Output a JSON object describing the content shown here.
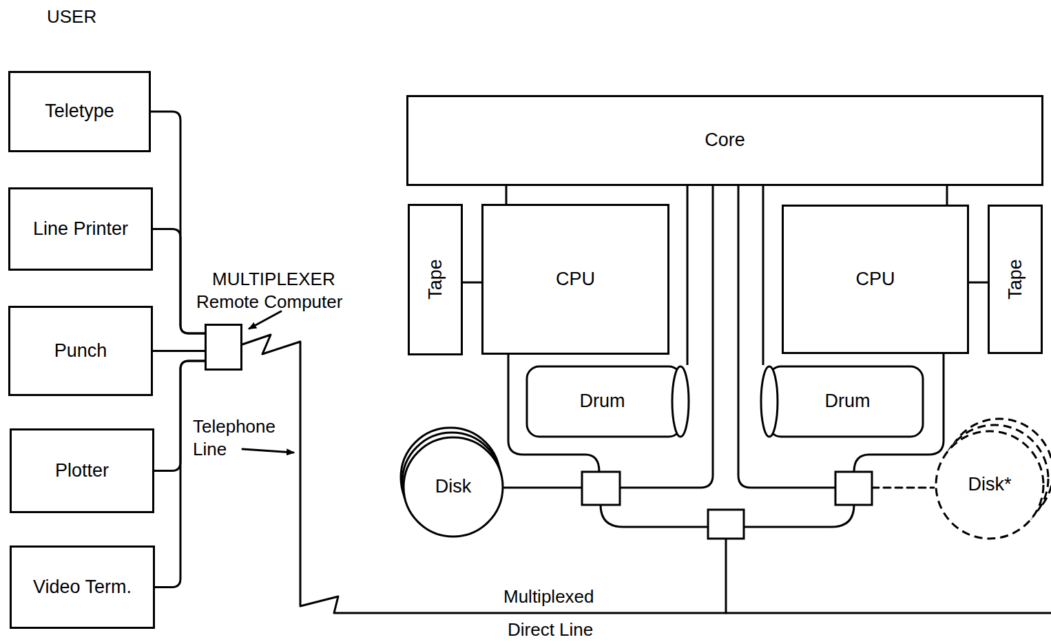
{
  "diagram": {
    "nodes": [
      {
        "text": [
          "Teletype"
        ]
      },
      {
        "text": [
          "Line Printer"
        ]
      },
      {
        "text": [
          "Punch"
        ]
      },
      {
        "text": [
          "Plotter"
        ]
      },
      {
        "text": [
          "Video Term."
        ]
      },
      {
        "text": [
          "MULTIPLEXER",
          "Remote Computer"
        ]
      },
      {
        "text": [
          "Core"
        ]
      },
      {
        "text": [
          "Tape"
        ]
      },
      {
        "text": [
          "CPU"
        ]
      },
      {
        "text": [
          "CPU"
        ]
      },
      {
        "text": [
          "Tape"
        ]
      },
      {
        "text": [
          "Drum"
        ]
      },
      {
        "text": [
          "Drum"
        ]
      },
      {
        "text": [
          "Disk"
        ]
      },
      {
        "text": [
          "Disk*"
        ]
      }
    ],
    "edges": [
      {
        "from": 0,
        "to": 5,
        "arrow": "none"
      },
      {
        "from": 1,
        "to": 5,
        "arrow": "none"
      },
      {
        "from": 2,
        "to": 5,
        "arrow": "none"
      },
      {
        "from": 3,
        "to": 5,
        "arrow": "none"
      },
      {
        "from": 4,
        "to": 5,
        "arrow": "none"
      },
      {
        "from": 6,
        "to": 8,
        "arrow": "none"
      },
      {
        "from": 6,
        "to": 9,
        "arrow": "none"
      },
      {
        "from": 7,
        "to": 8,
        "arrow": "none"
      },
      {
        "from": 10,
        "to": 9,
        "arrow": "none"
      },
      {
        "from": 6,
        "to": 11,
        "arrow": "none"
      },
      {
        "from": 6,
        "to": 12,
        "arrow": "none"
      }
    ],
    "labels": [
      "USER",
      "Telephone Line",
      "Multiplexed",
      "Direct Line"
    ]
  }
}
